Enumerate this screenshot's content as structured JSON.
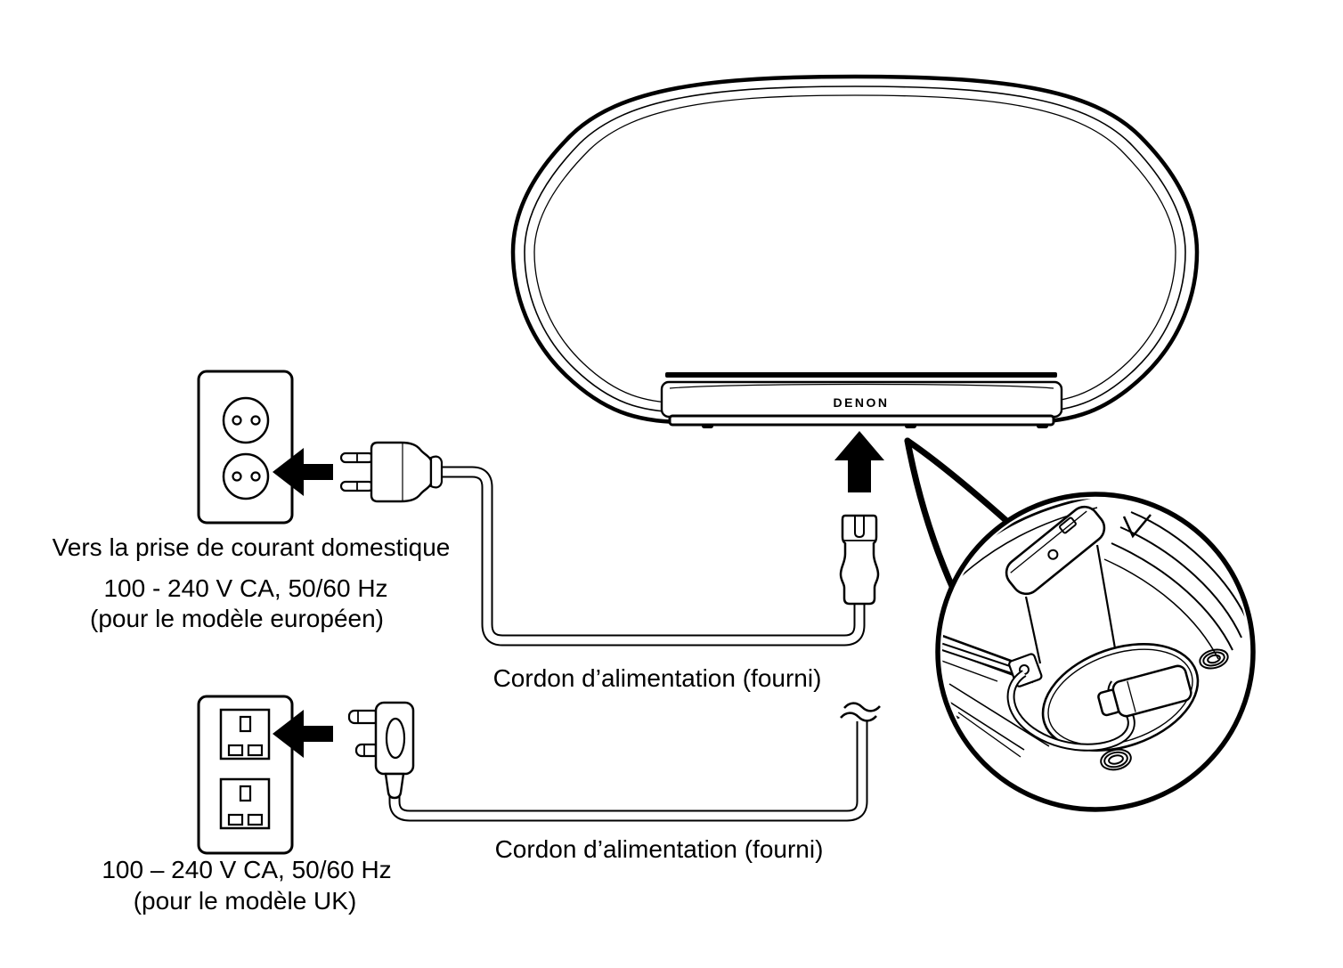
{
  "diagram": {
    "speaker": {
      "brand": "DENON"
    },
    "eu": {
      "outlet_caption": "Vers la prise de courant domestique",
      "voltage": "100 - 240 V CA, 50/60 Hz",
      "model_note": "(pour le modèle européen)",
      "cord_label": "Cordon d’alimentation (fourni)"
    },
    "uk": {
      "voltage": "100 – 240 V CA, 50/60 Hz",
      "model_note": "(pour le modèle UK)",
      "cord_label": "Cordon d’alimentation (fourni)"
    },
    "colors": {
      "line": "#000000",
      "background": "#ffffff"
    }
  }
}
